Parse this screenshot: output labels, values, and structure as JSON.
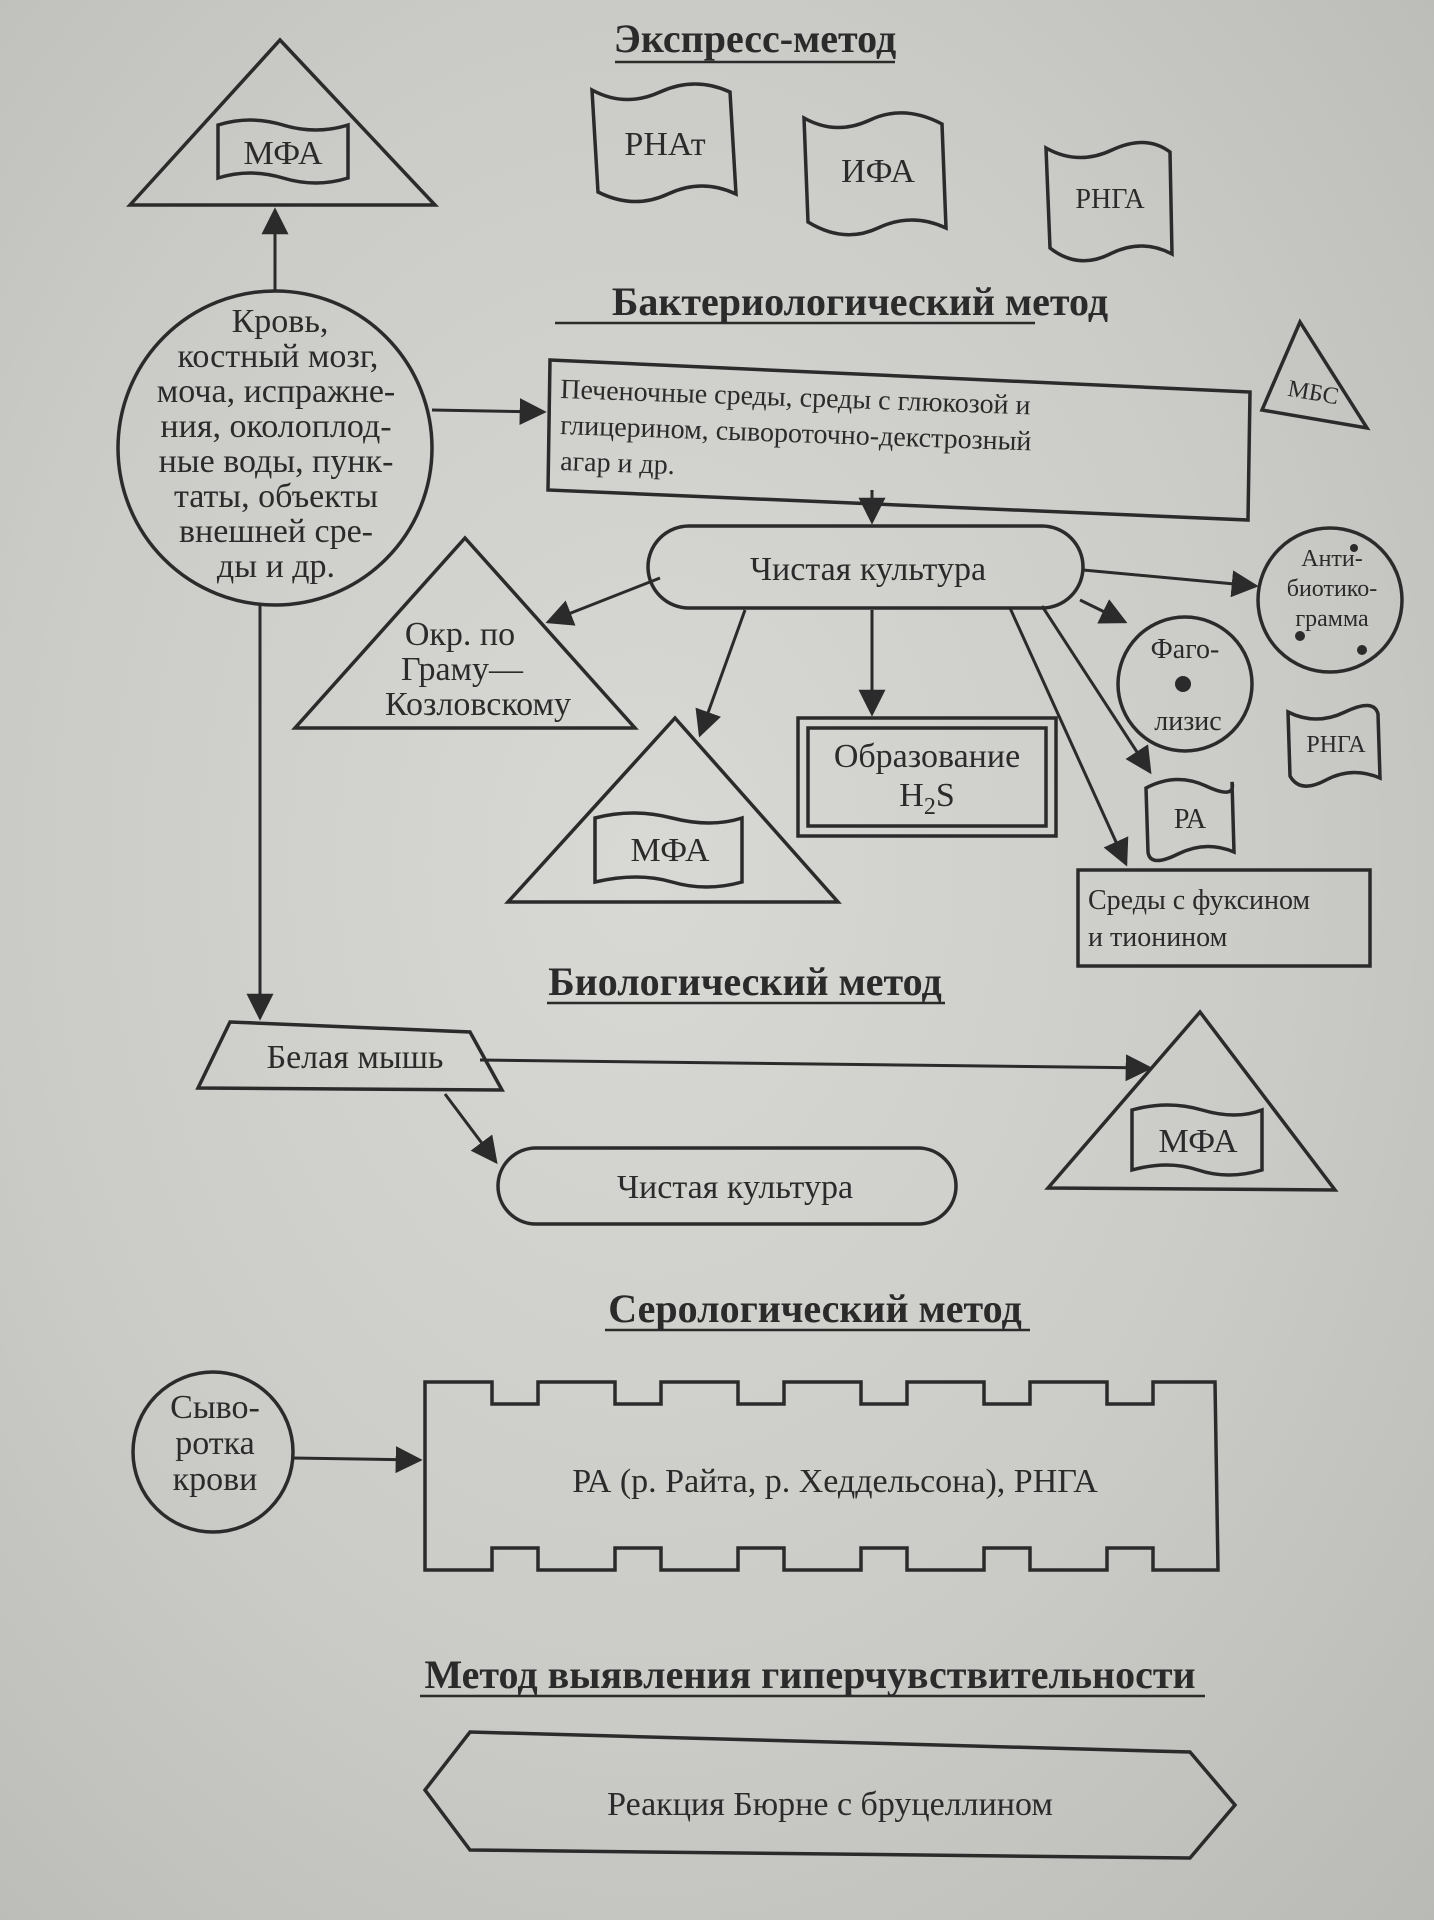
{
  "headings": {
    "express": "Экспресс-метод",
    "bacterio": "Бактериологический метод",
    "bio": "Биологический метод",
    "sero": "Серологический метод",
    "hyper": "Метод выявления гиперчувствительности"
  },
  "nodes": {
    "mfa_label": "МФА",
    "rnat": "РНАт",
    "ifa": "ИФА",
    "rnga": "РНГА",
    "mbs": "МБС",
    "samples": [
      "Кровь,",
      "костный мозг,",
      "моча, испражне-",
      "ния, околоплод-",
      "ные воды, пунк-",
      "таты, объекты",
      "внешней сре-",
      "ды и др."
    ],
    "media": [
      "Печеночные среды, среды с глюкозой и",
      "глицерином, сывороточно-декстрозный",
      "агар и др."
    ],
    "pure_culture": "Чистая культура",
    "gram": [
      "Окр. по",
      "Граму—",
      "Козловскому"
    ],
    "antibiogram": [
      "Анти-",
      "биотико-",
      "грамма"
    ],
    "phagolysis": [
      "Фаго-",
      "лизис"
    ],
    "h2s": [
      "Образование",
      "H",
      "2",
      "S"
    ],
    "ra": "РА",
    "fuchsin": [
      "Среды с фуксином",
      "и тионином"
    ],
    "mouse": "Белая мышь",
    "serum": [
      "Сыво-",
      "ротка",
      "крови"
    ],
    "serology_tests": "РА (р. Райта, р. Хеддельсона), РНГА",
    "burne": "Реакция Бюрне с бруцеллином"
  }
}
